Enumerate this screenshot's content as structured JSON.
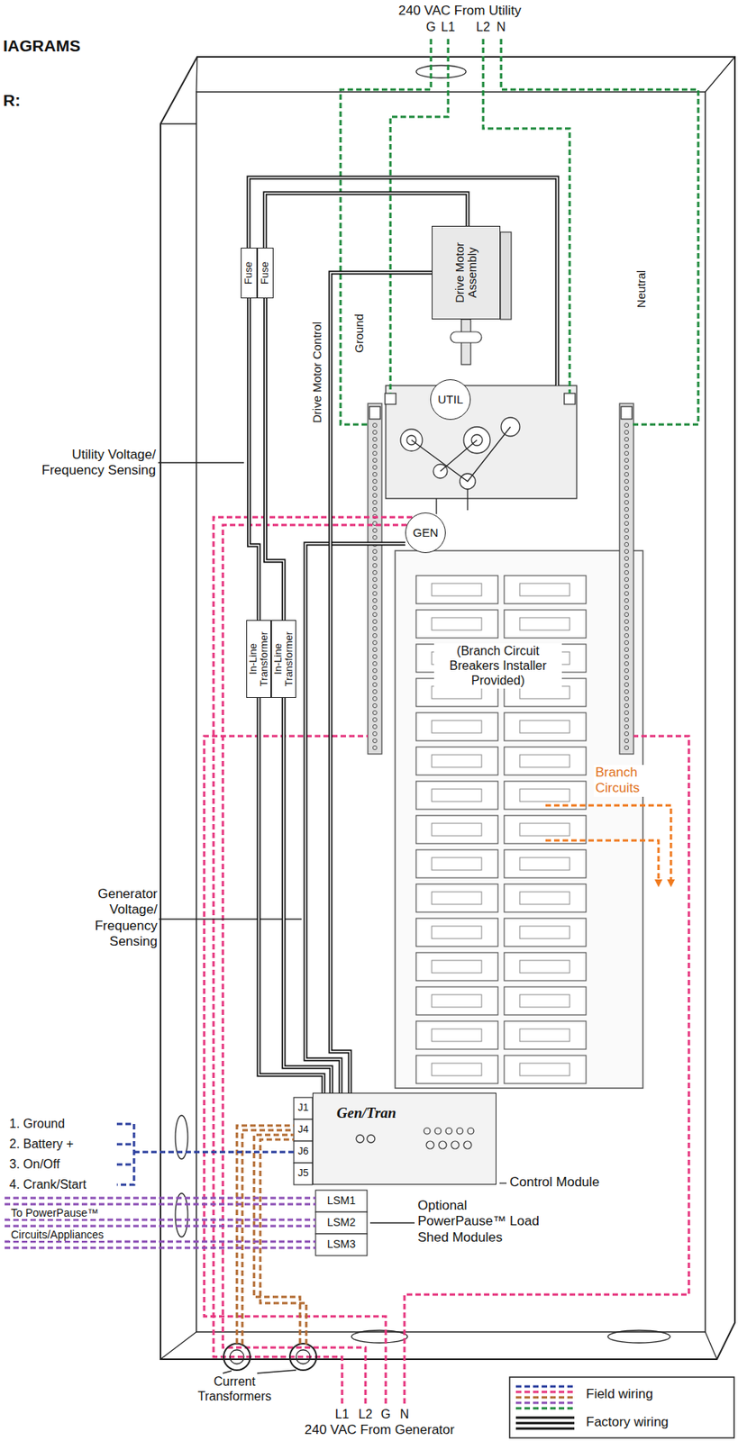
{
  "diagram": {
    "nodes": [
      {
        "text": [
          "Fuse"
        ]
      },
      {
        "text": [
          "Fuse"
        ]
      },
      {
        "text": [
          "Drive Motor Assembly"
        ]
      },
      {
        "text": [
          "UTIL"
        ]
      },
      {
        "text": [
          "GEN"
        ]
      },
      {
        "text": [
          "In-Line Transformer"
        ]
      },
      {
        "text": [
          "In-Line Transformer"
        ]
      },
      {
        "text": [
          "Gen/Tran"
        ]
      }
    ],
    "edges": [
      {
        "from": 0,
        "to": 5,
        "arrow": "none"
      },
      {
        "from": 1,
        "to": 6,
        "arrow": "none"
      },
      {
        "from": 5,
        "to": 7,
        "arrow": "none"
      },
      {
        "from": 6,
        "to": 7,
        "arrow": "none"
      },
      {
        "from": 4,
        "to": 7,
        "arrow": "none"
      },
      {
        "from": 2,
        "to": 7,
        "arrow": "none"
      }
    ],
    "labels": [
      "IAGRAMS",
      "R:",
      "240 VAC From Utility",
      "G",
      "L1",
      "L2",
      "N",
      "Utility Voltage/ Frequency Sensing",
      "Drive Motor Control",
      "Ground",
      "Neutral",
      "(Branch Circuit Breakers Installer Provided)",
      "Branch Circuits",
      "Generator Voltage/ Frequency Sensing",
      "J1",
      "J4",
      "J6",
      "J5",
      "1. Ground",
      "2. Battery +",
      "3. On/Off",
      "4. Crank/Start",
      "LSM1",
      "LSM2",
      "LSM3",
      "To PowerPause™",
      "Circuits/Appliances",
      "Control Module",
      "Optional PowerPause™ Load Shed Modules",
      "Current Transformers",
      "L1",
      "L2",
      "G",
      "N",
      "240 VAC From Generator"
    ],
    "legend": [
      {
        "text": "Field wiring"
      },
      {
        "text": "Factory wiring"
      }
    ]
  }
}
